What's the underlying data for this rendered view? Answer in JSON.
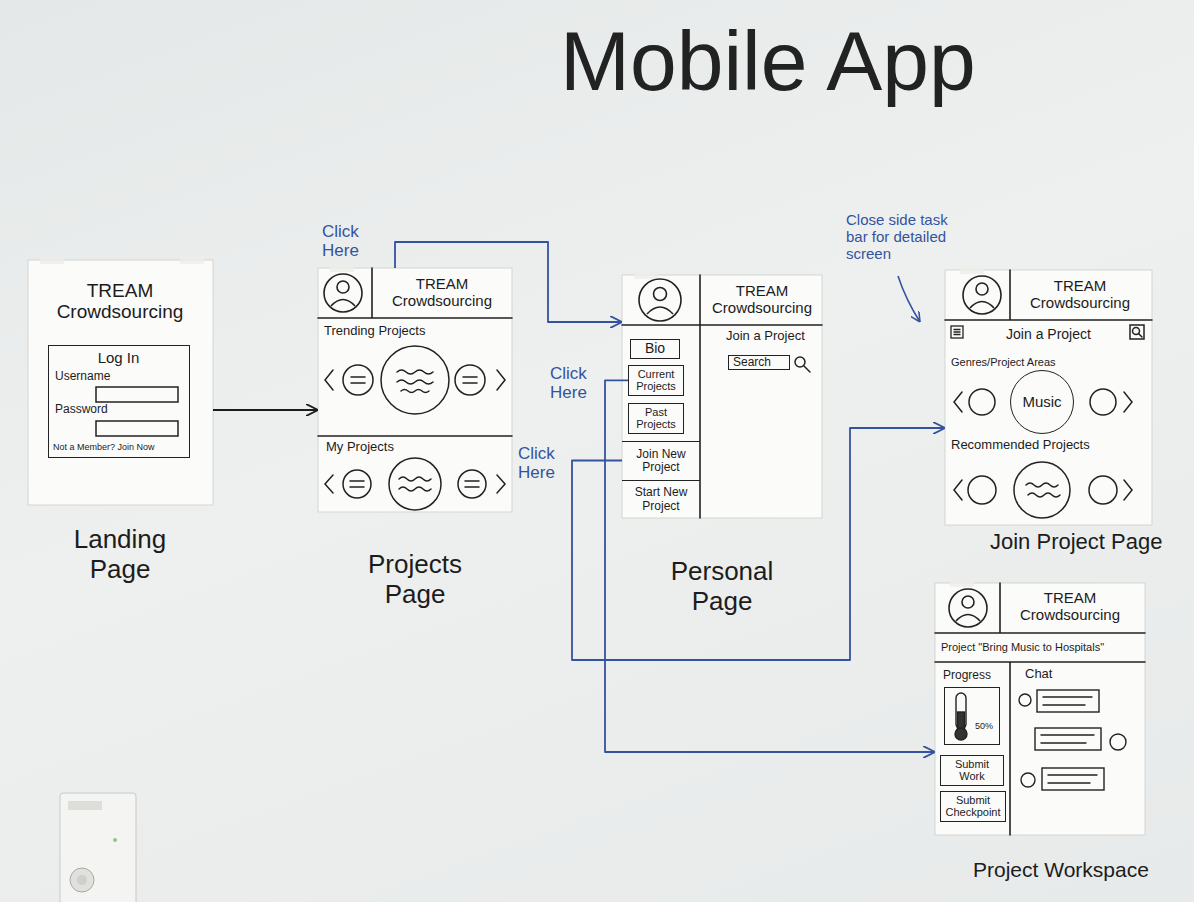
{
  "diagram": {
    "title": "Mobile App",
    "nodes": [
      {
        "text": [
          "TREAM Crowdsourcing",
          "Landing Page"
        ]
      },
      {
        "text": [
          "Log In",
          "Username",
          "Password",
          "Not a Member? Join Now"
        ],
        "in": 0
      },
      {
        "text": [
          "TREAM Crowdsourcing",
          "Trending Projects",
          "My Projects",
          "Projects Page"
        ]
      },
      {
        "text": [
          "TREAM Crowdsourcing",
          "Join a Project",
          "Personal Page"
        ]
      },
      {
        "text": [
          "Bio"
        ],
        "in": 3
      },
      {
        "text": [
          "Current Projects"
        ],
        "in": 3
      },
      {
        "text": [
          "Past Projects"
        ],
        "in": 3
      },
      {
        "text": [
          "Join New Project"
        ],
        "in": 3
      },
      {
        "text": [
          "Start New Project"
        ],
        "in": 3
      },
      {
        "text": [
          "Search"
        ],
        "in": 3
      },
      {
        "text": [
          "TREAM Crowdsourcing",
          "Join a Project",
          "Genres/Project Areas",
          "Recommended Projects",
          "Join Project Page"
        ]
      },
      {
        "text": [
          "Music"
        ],
        "in": 10
      },
      {
        "text": [
          "TREAM Crowdsourcing",
          "Project \"Bring Music to Hospitals\"",
          "Progress",
          "Chat",
          "Project Workspace"
        ]
      },
      {
        "text": [
          "50%"
        ],
        "in": 12
      },
      {
        "text": [
          "Submit Work"
        ],
        "in": 12
      },
      {
        "text": [
          "Submit Checkpoint"
        ],
        "in": 12
      }
    ],
    "edges": [
      {
        "from": 0,
        "to": 2,
        "arrow": "to"
      },
      {
        "from": 2,
        "to": 3,
        "label": "Click Here",
        "arrow": "to"
      },
      {
        "from": 5,
        "to": 12,
        "label": "Click Here",
        "arrow": "to"
      },
      {
        "from": 7,
        "to": 10,
        "label": "Click Here",
        "arrow": "to"
      }
    ],
    "labels": [
      "Close side task bar for detailed screen"
    ]
  }
}
